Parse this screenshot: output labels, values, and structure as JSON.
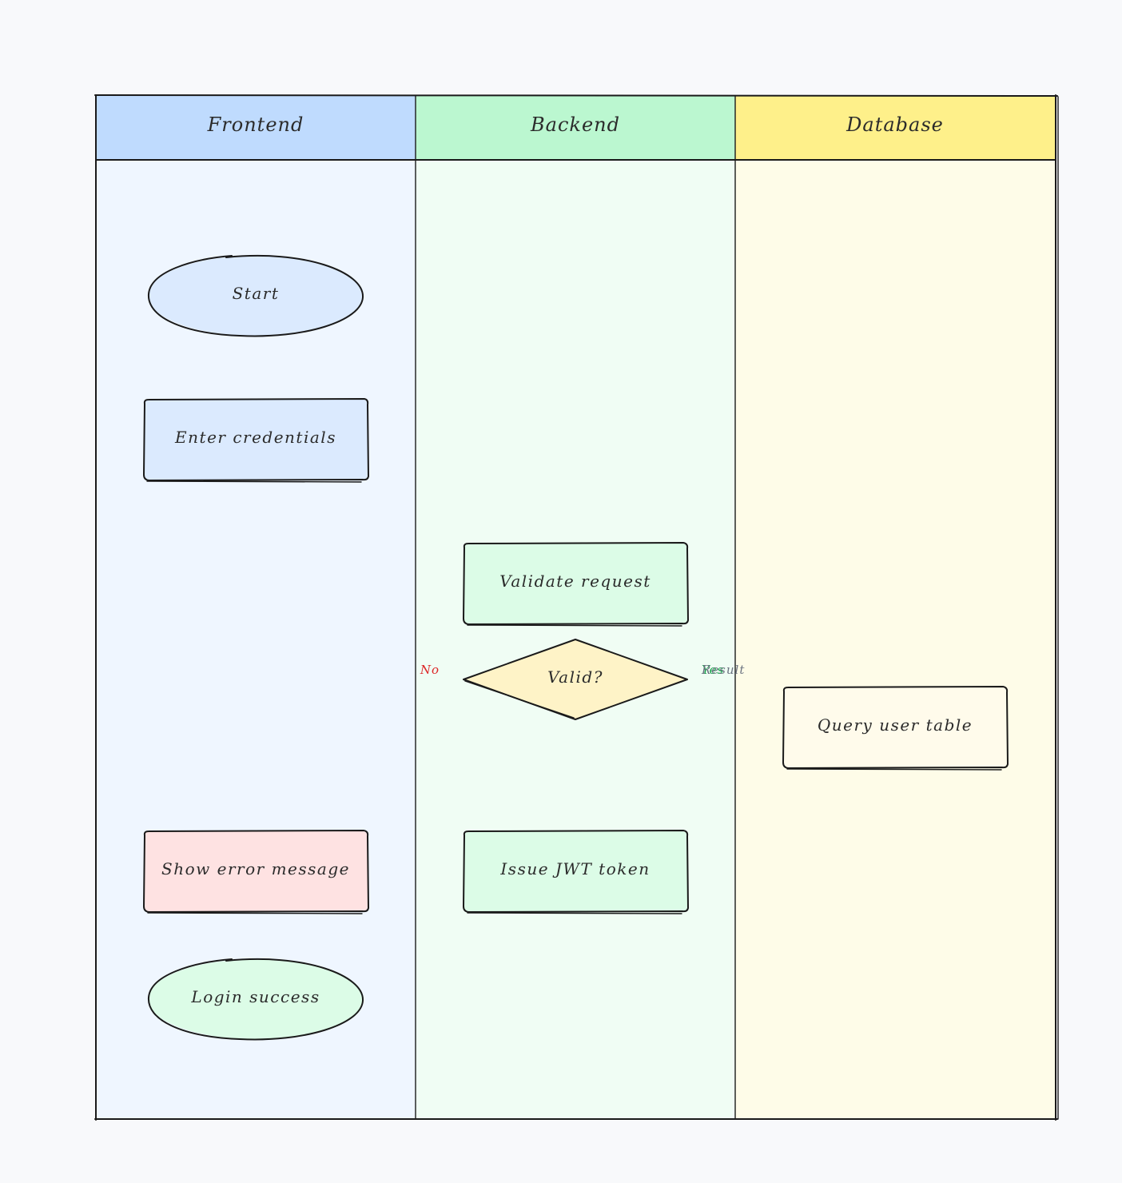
{
  "diagram": {
    "type": "swimlane-flowchart",
    "lanes": [
      {
        "id": "frontend",
        "title": "Frontend",
        "header_color": "#bfdbfe",
        "body_color": "#eff6ff"
      },
      {
        "id": "backend",
        "title": "Backend",
        "header_color": "#bbf7d0",
        "body_color": "#f0fdf4"
      },
      {
        "id": "database",
        "title": "Database",
        "header_color": "#fef08a",
        "body_color": "#fefce8"
      }
    ],
    "nodes": [
      {
        "id": "start",
        "label": "Start",
        "shape": "ellipse",
        "lane": "frontend",
        "fill": "#dbeafe"
      },
      {
        "id": "enter_credentials",
        "label": "Enter credentials",
        "shape": "rect",
        "lane": "frontend",
        "fill": "#dbeafe"
      },
      {
        "id": "validate_request",
        "label": "Validate request",
        "shape": "rect",
        "lane": "backend",
        "fill": "#dcfce7"
      },
      {
        "id": "valid",
        "label": "Valid?",
        "shape": "diamond",
        "lane": "backend",
        "fill": "#fef3c7"
      },
      {
        "id": "query_user_table",
        "label": "Query user table",
        "shape": "rect",
        "lane": "database",
        "fill": "#fffbeb"
      },
      {
        "id": "show_error",
        "label": "Show error message",
        "shape": "rect",
        "lane": "frontend",
        "fill": "#fee2e2"
      },
      {
        "id": "issue_jwt",
        "label": "Issue JWT token",
        "shape": "rect",
        "lane": "backend",
        "fill": "#dcfce7"
      },
      {
        "id": "login_success",
        "label": "Login success",
        "shape": "ellipse",
        "lane": "frontend",
        "fill": "#dcfce7"
      }
    ],
    "edge_labels": [
      {
        "id": "no",
        "text": "No",
        "color": "#dc2626"
      },
      {
        "id": "yes",
        "text": "Yes",
        "color": "#16a34a"
      },
      {
        "id": "result",
        "text": "Result",
        "color": "#6b7280"
      }
    ]
  }
}
